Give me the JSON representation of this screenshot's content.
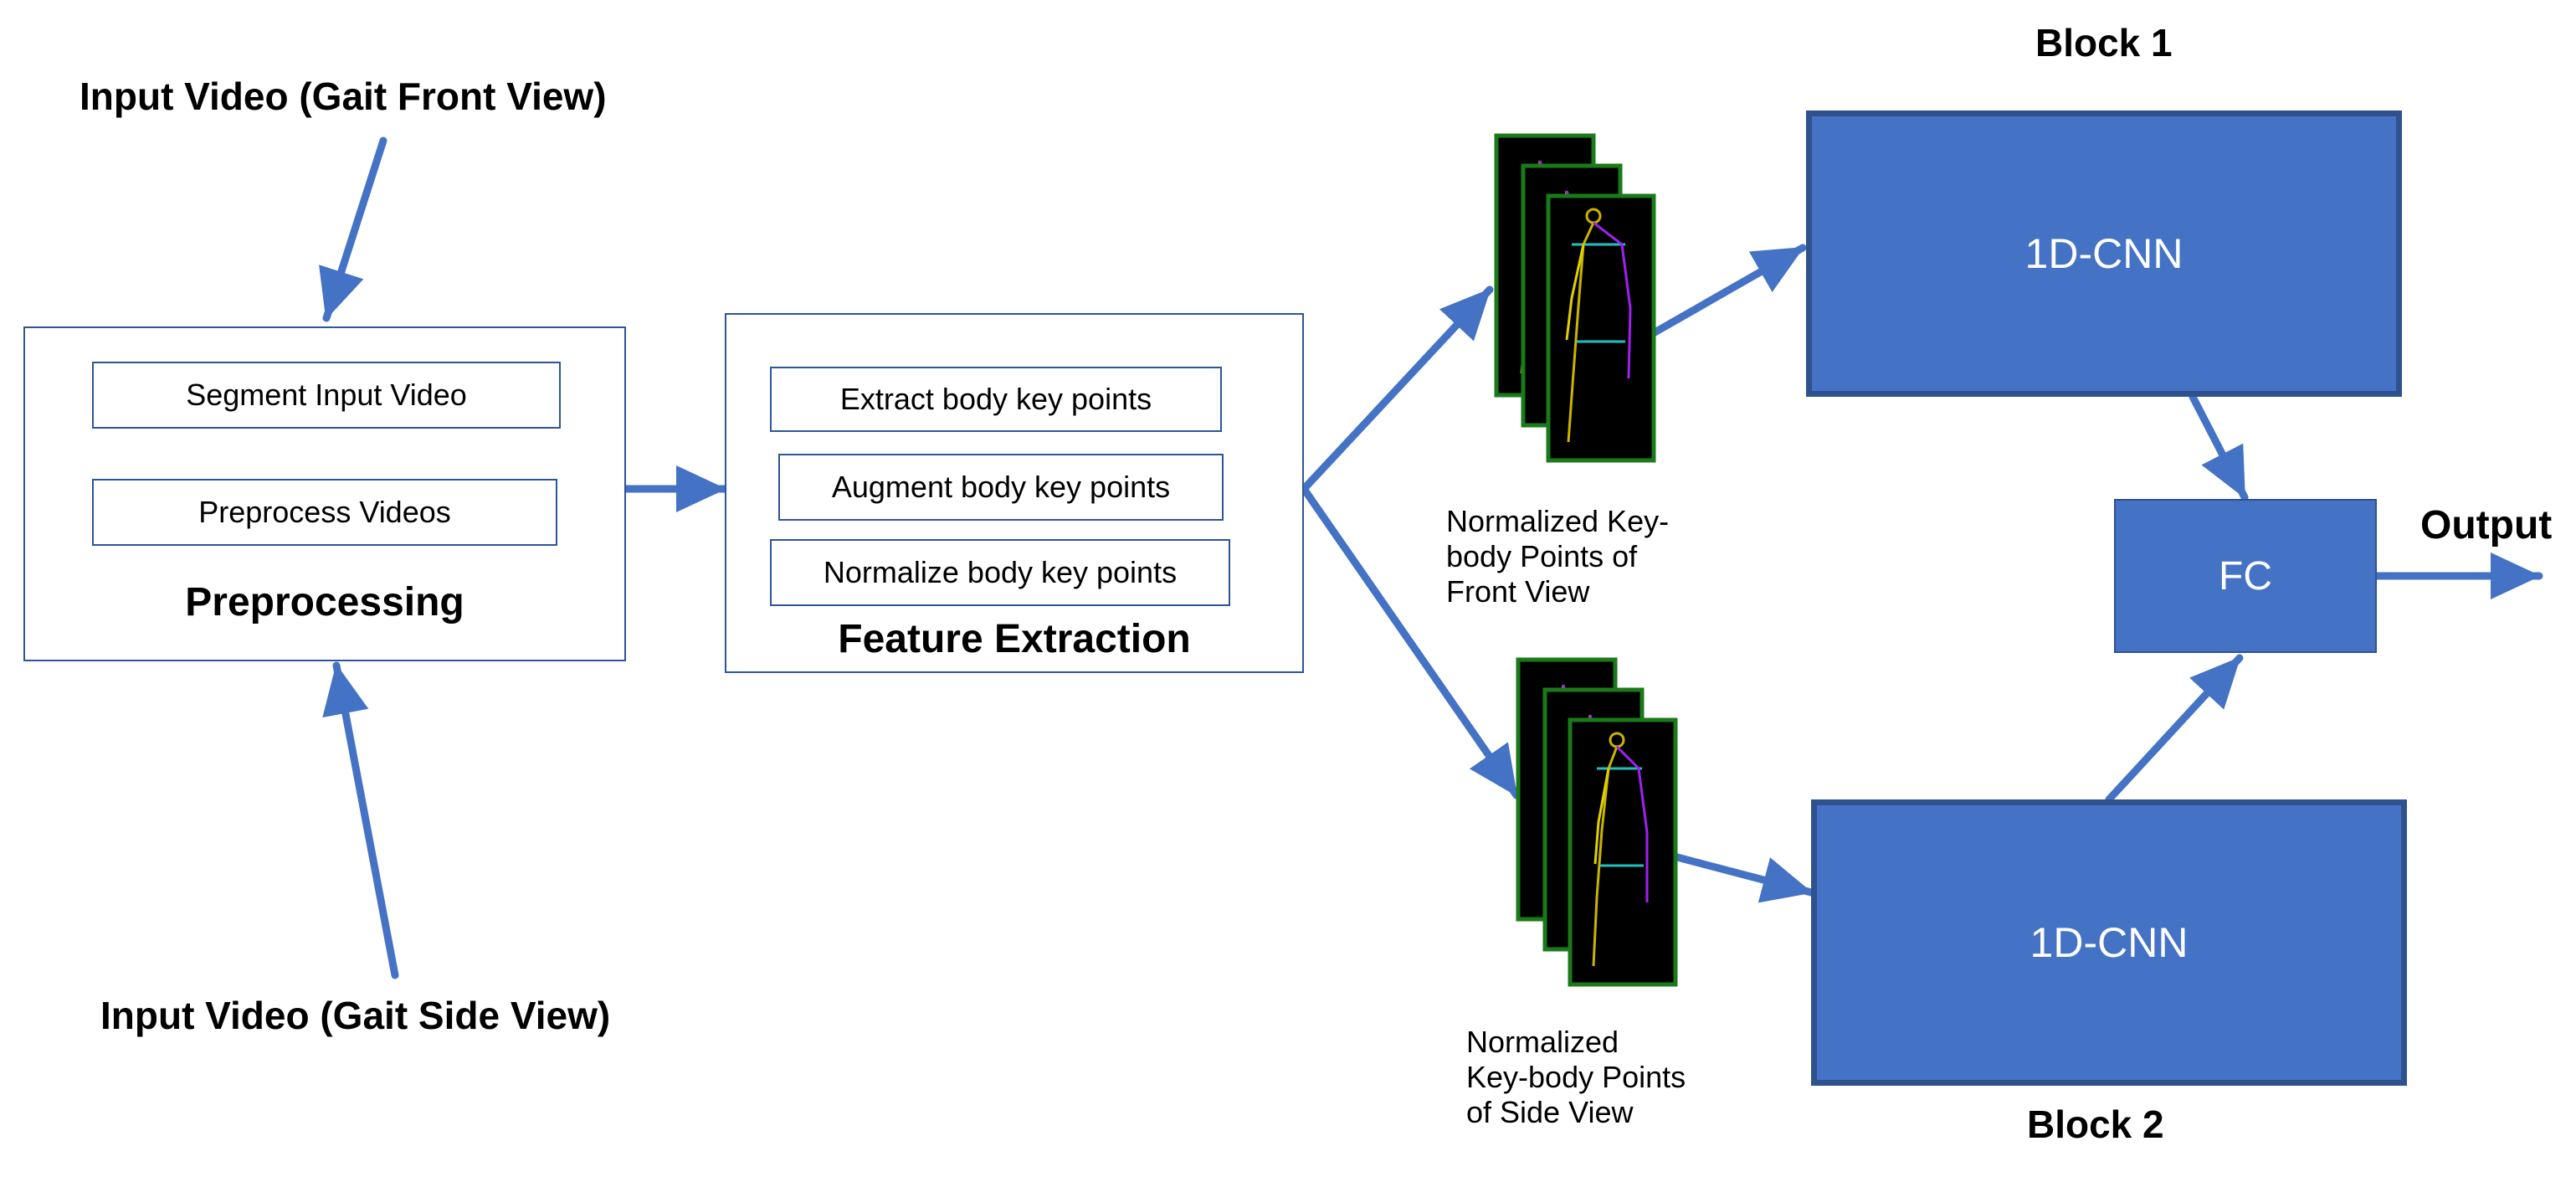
{
  "inputs": {
    "front": "Input Video (Gait Front View)",
    "side": "Input Video (Gait Side View)"
  },
  "preprocessing": {
    "title": "Preprocessing",
    "steps": [
      "Segment Input Video",
      "Preprocess Videos"
    ]
  },
  "feature_extraction": {
    "title": "Feature Extraction",
    "steps": [
      "Extract body key points",
      "Augment body key points",
      "Normalize body key points"
    ]
  },
  "keypoints": {
    "front_caption": [
      "Normalized Key-",
      "body Points of",
      "Front View"
    ],
    "side_caption": [
      "Normalized",
      "Key-body Points",
      "of Side View"
    ]
  },
  "blocks": {
    "block1_label": "Block 1",
    "block2_label": "Block 2",
    "cnn_label": "1D-CNN",
    "fc_label": "FC",
    "output_label": "Output"
  },
  "colors": {
    "arrow": "#4472c4",
    "block_fill": "#4472c4",
    "block_border": "#2f528f",
    "box_border": "#2f5597",
    "frame_border": "#1a7a1a"
  }
}
